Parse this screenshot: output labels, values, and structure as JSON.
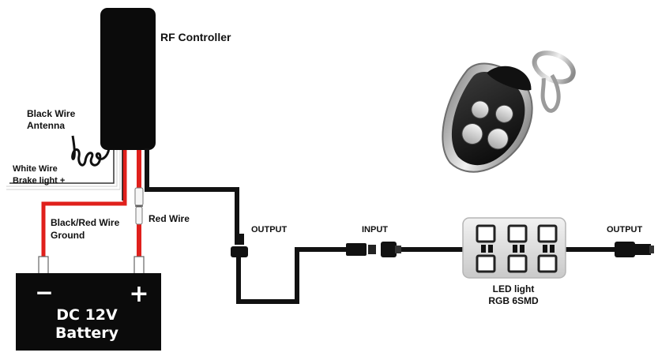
{
  "labels": {
    "rf_controller": "RF Controller",
    "black_wire_1": "Black Wire",
    "black_wire_2": "Antenna",
    "white_wire_1": "White Wire",
    "white_wire_2": "Brake light +",
    "blackred_1": "Black/Red Wire",
    "blackred_2": "Ground",
    "red_wire": "Red Wire",
    "output_1": "OUTPUT",
    "input": "INPUT",
    "output_2": "OUTPUT",
    "led_1": "LED light",
    "led_2": "RGB 6SMD",
    "battery_minus": "−",
    "battery_plus": "+",
    "battery_1": "DC 12V",
    "battery_2": "Battery"
  },
  "colors": {
    "wire_black": "#111111",
    "wire_red": "#e0201c",
    "wire_white": "#f4f4f4",
    "battery_body": "#0b0b0b",
    "controller_body": "#0b0b0b",
    "led_module": "#e2e2e2"
  },
  "icons": {
    "remote": "car-key-fob-icon"
  }
}
